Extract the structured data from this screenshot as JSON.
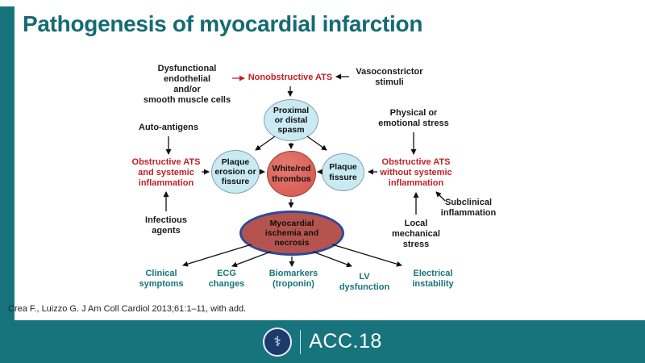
{
  "title": "Pathogenesis of myocardial infarction",
  "citation": "Crea F., Luizzo G. J Am Coll Cardiol 2013;61:1–11, with add.",
  "footer": {
    "logo_text": "ACC.18"
  },
  "icons": {
    "seal": "⚕"
  },
  "nodes": {
    "dysfunctional_endothelial": "Dysfunctional endothelial\nand/or\nsmooth muscle cells",
    "nonobstructive_ats": "Nonobstructive ATS",
    "vasoconstrictor_stimuli": "Vasoconstrictor\nstimuli",
    "proximal_distal_spasm": "Proximal\nor distal\nspasm",
    "auto_antigens": "Auto-antigens",
    "physical_emotional_stress": "Physical or\nemotional stress",
    "obstructive_ats_systemic": "Obstructive ATS\nand systemic\ninflammation",
    "plaque_erosion": "Plaque\nerosion or\nfissure",
    "white_red_thrombus": "White/red\nthrombus",
    "plaque_fissure": "Plaque\nfissure",
    "obstructive_ats_without": "Obstructive ATS\nwithout systemic\ninflammation",
    "subclinical_inflammation": "Subclinical\ninflammation",
    "infectious_agents": "Infectious\nagents",
    "local_mechanical_stress": "Local\nmechanical stress",
    "myocardial_ischemia": "Myocardial\nischemia and\nnecrosis"
  },
  "outcomes": [
    "Clinical\nsymptoms",
    "ECG\nchanges",
    "Biomarkers\n(troponin)",
    "LV\ndysfunction",
    "Electrical\ninstability"
  ],
  "colors": {
    "teal_bar": "#17747c",
    "title_teal": "#156b72",
    "red_text": "#c22026",
    "ellipse_blue": "#c9eaf3",
    "thrombus_red": "#d4544b",
    "ischemia_red": "#b5544e",
    "ischemia_border": "#2b4a9b"
  }
}
